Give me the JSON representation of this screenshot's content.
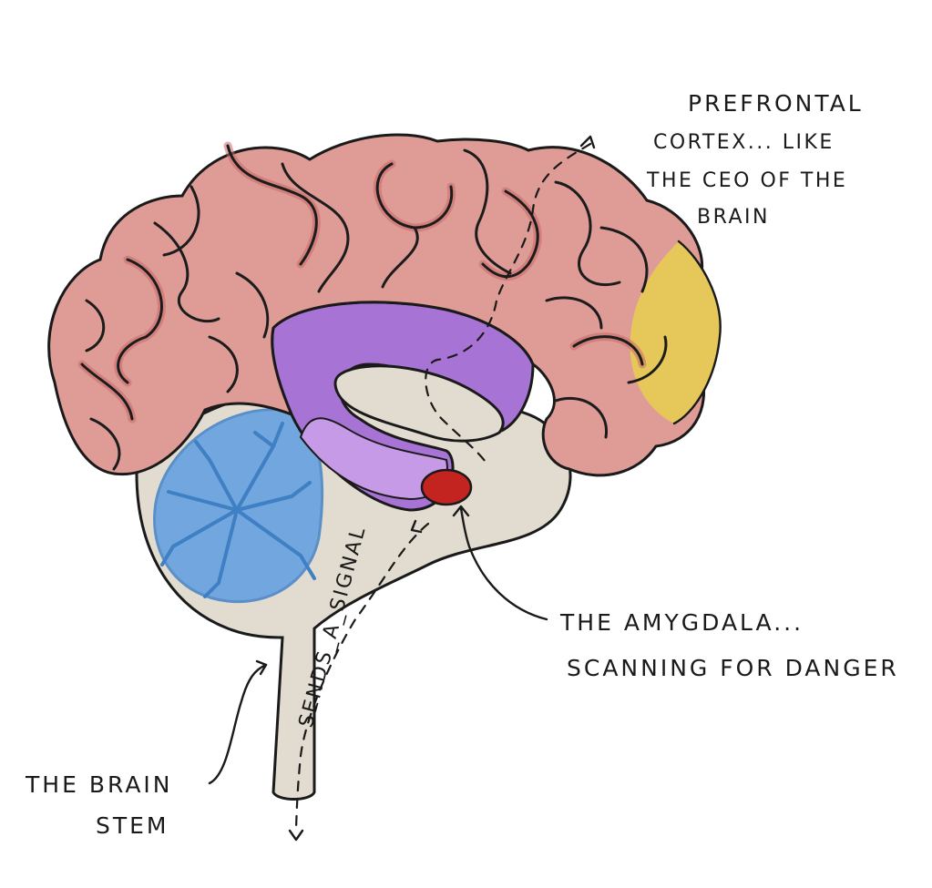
{
  "labels": {
    "prefrontal": [
      "PREFRONTAL",
      "CORTEX... LIKE",
      "THE CEO OF THE",
      "BRAIN"
    ],
    "amygdala": [
      "THE AMYGDALA...",
      "SCANNING FOR DANGER"
    ],
    "brain_stem": [
      "THE BRAIN",
      "STEM"
    ],
    "signal": "SENDS_A_SIGNAL"
  },
  "colors": {
    "cortex": "#df9c96",
    "limbic": "#a774d6",
    "limbic_light": "#c69ae6",
    "cerebellum": "#72a6de",
    "brainstem": "#e2dbcf",
    "prefrontal": "#e6c85a",
    "amygdala": "#c4241f"
  }
}
